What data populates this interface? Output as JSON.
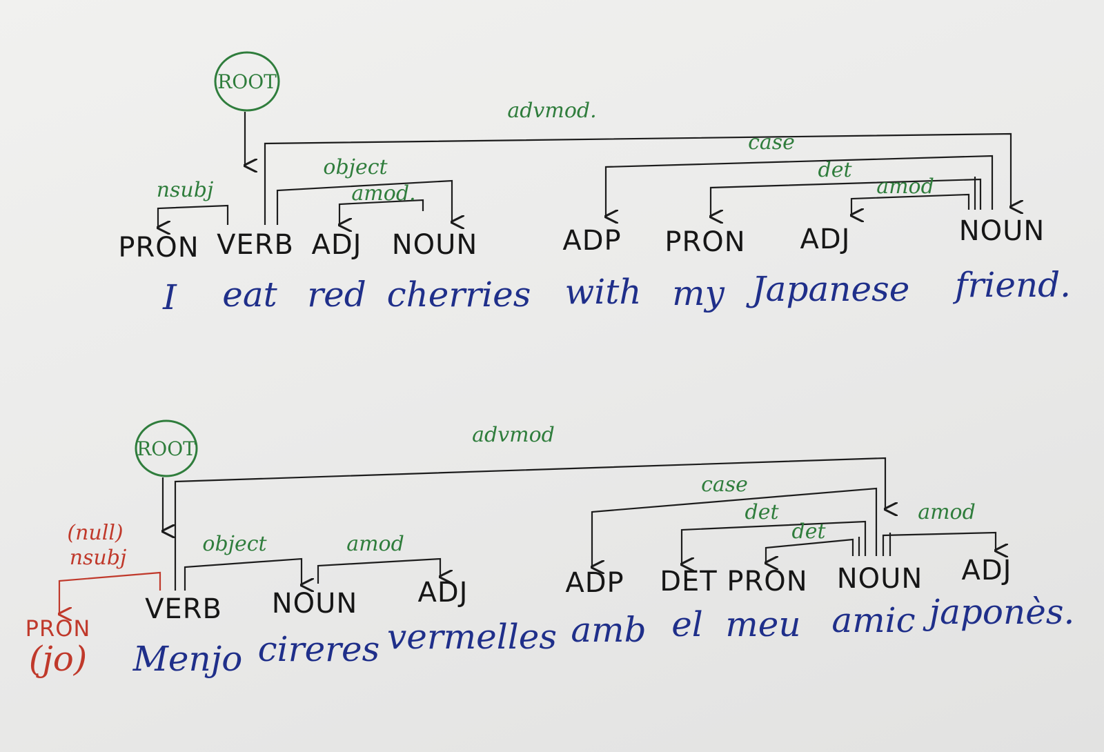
{
  "sentences": [
    {
      "root_label": "ROOT",
      "tags": [
        "PRON",
        "VERB",
        "ADJ",
        "NOUN",
        "ADP",
        "PRON",
        "ADJ",
        "NOUN"
      ],
      "words": [
        "I",
        "eat",
        "red",
        "cherries",
        "with",
        "my",
        "Japanese",
        "friend."
      ],
      "relations": {
        "nsubj": "nsubj",
        "object": "object",
        "amod": "amod.",
        "advmod": "advmod.",
        "case": "case",
        "det": "det",
        "amod2": "amod"
      }
    },
    {
      "root_label": "ROOT",
      "null_subject_note": "(null)",
      "null_subject_tag": "PRON",
      "null_subject_word": "(jo)",
      "tags": [
        "VERB",
        "NOUN",
        "ADJ",
        "ADP",
        "DET",
        "PRON",
        "NOUN",
        "ADJ"
      ],
      "words": [
        "Menjo",
        "cireres",
        "vermelles",
        "amb",
        "el",
        "meu",
        "amic",
        "japonès."
      ],
      "relations": {
        "nsubj": "nsubj",
        "object": "object",
        "amod": "amod",
        "advmod": "advmod",
        "case": "case",
        "det": "det",
        "det2": "det",
        "amod2": "amod"
      }
    }
  ],
  "colors": {
    "ink": "#1c1c1c",
    "relation": "#2f7d3c",
    "words": "#1f2f8a",
    "null_subject": "#c0392b"
  }
}
